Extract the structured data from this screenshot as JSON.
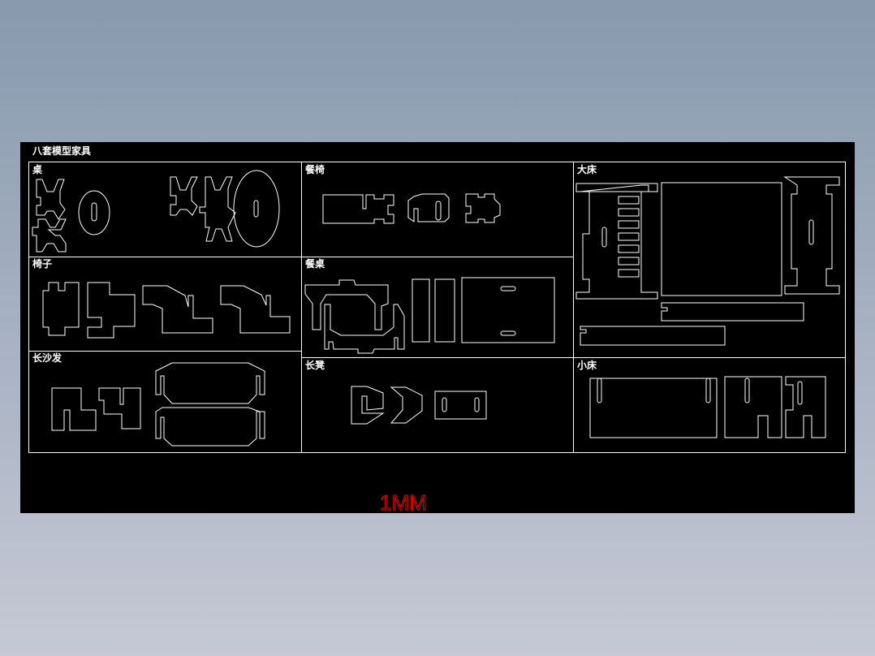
{
  "title": "八套模型家具",
  "sections": [
    {
      "label": "桌"
    },
    {
      "label": "餐椅"
    },
    {
      "label": "大床"
    },
    {
      "label": "椅子"
    },
    {
      "label": "餐桌"
    },
    {
      "label": "长沙发"
    },
    {
      "label": "长凳"
    },
    {
      "label": "小床"
    }
  ],
  "scale_label": "1MM",
  "colors": {
    "canvas": "#000000",
    "lines": "#ffffff",
    "scale_label": "#ff0000"
  }
}
